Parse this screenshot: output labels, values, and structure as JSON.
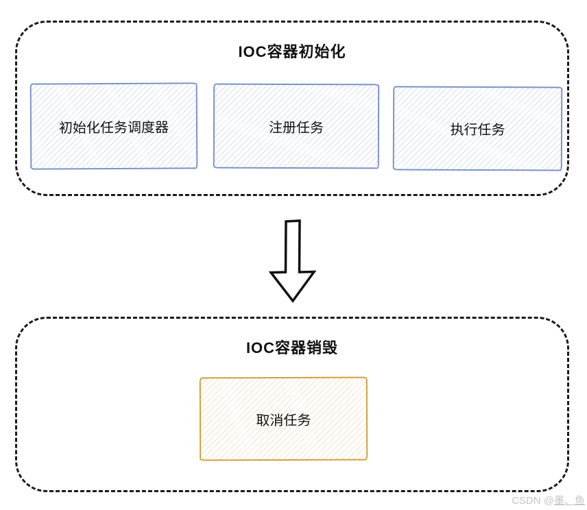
{
  "diagram": {
    "sections": [
      {
        "title": "IOC容器初始化",
        "boxes": [
          {
            "label": "初始化任务调度器"
          },
          {
            "label": "注册任务"
          },
          {
            "label": "执行任务"
          }
        ]
      },
      {
        "title": "IOC容器销毁",
        "boxes": [
          {
            "label": "取消任务"
          }
        ]
      }
    ],
    "connector": "down-arrow-icon"
  },
  "watermark": {
    "prefix": "CSDN @",
    "name": "墨、鱼"
  },
  "colors": {
    "container_border": "#1a1a1a",
    "blue_border": "#7b93c4",
    "orange_border": "#d2a03a",
    "text": "#111111",
    "watermark": "#c4c4c4",
    "bg": "#ffffff"
  }
}
